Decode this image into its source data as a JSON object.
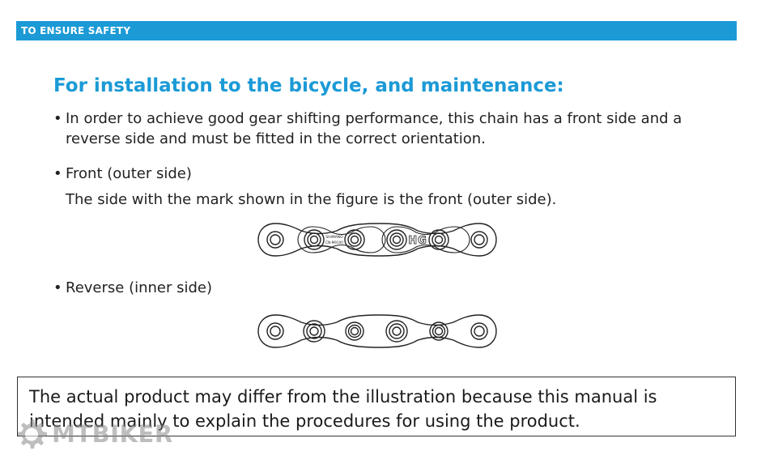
{
  "banner": {
    "label": "TO ENSURE SAFETY"
  },
  "heading": "For installation to the bicycle, and maintenance:",
  "bullets": [
    {
      "dot": "•",
      "text": "In order to achieve good gear shifting performance, this chain has a front side and a reverse side and must be fitted in the correct orientation."
    },
    {
      "dot": "•",
      "text": "Front (outer side)"
    },
    {
      "dot": "•",
      "text": "Reverse (inner side)"
    }
  ],
  "front_desc": "The side with the mark shown in the figure is the front (outer side).",
  "chain_front": {
    "mark_brand": "SHIMANO",
    "mark_model": "CN-M9100",
    "mark_logo": "HG"
  },
  "note": "The actual product may differ from the illustration because this manual is intended mainly to explain the procedures for using the product.",
  "watermark": {
    "text": "MTBIKER",
    "icon": "gear-icon"
  },
  "colors": {
    "accent": "#1b9ad6"
  }
}
